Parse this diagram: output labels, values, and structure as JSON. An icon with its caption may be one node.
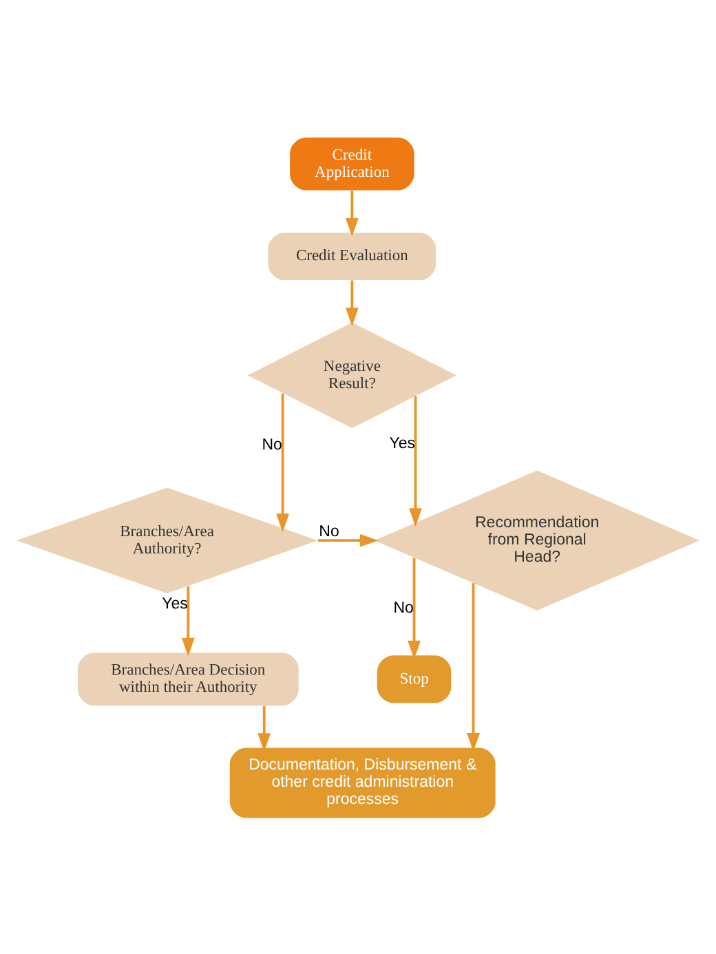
{
  "diagram": {
    "nodes": [
      {
        "text": [
          "Credit Application"
        ]
      },
      {
        "text": [
          "Credit Evaluation"
        ]
      },
      {
        "text": [
          "Negative Result?"
        ]
      },
      {
        "text": [
          "Branches/Area Authority?"
        ]
      },
      {
        "text": [
          "Branches/Area Decision within their Authority"
        ]
      },
      {
        "text": [
          "Recommendation from Regional Head?"
        ]
      },
      {
        "text": [
          "Stop"
        ]
      },
      {
        "text": [
          "Documentation, Disbursement & other credit administration processes"
        ]
      }
    ],
    "edges": [
      {
        "from": 0,
        "to": 1,
        "arrow": "to"
      },
      {
        "from": 1,
        "to": 2,
        "arrow": "to"
      },
      {
        "from": 2,
        "to": 5,
        "arrow": "to",
        "label": "Yes"
      },
      {
        "from": 2,
        "to": 3,
        "arrow": "to",
        "label": "No"
      },
      {
        "from": 3,
        "to": 5,
        "arrow": "to",
        "label": "No"
      },
      {
        "from": 3,
        "to": 4,
        "arrow": "to",
        "label": "Yes"
      },
      {
        "from": 4,
        "to": 7,
        "arrow": "to"
      },
      {
        "from": 5,
        "to": 6,
        "arrow": "to",
        "label": "No"
      },
      {
        "from": 5,
        "to": 7,
        "arrow": "to"
      }
    ]
  }
}
